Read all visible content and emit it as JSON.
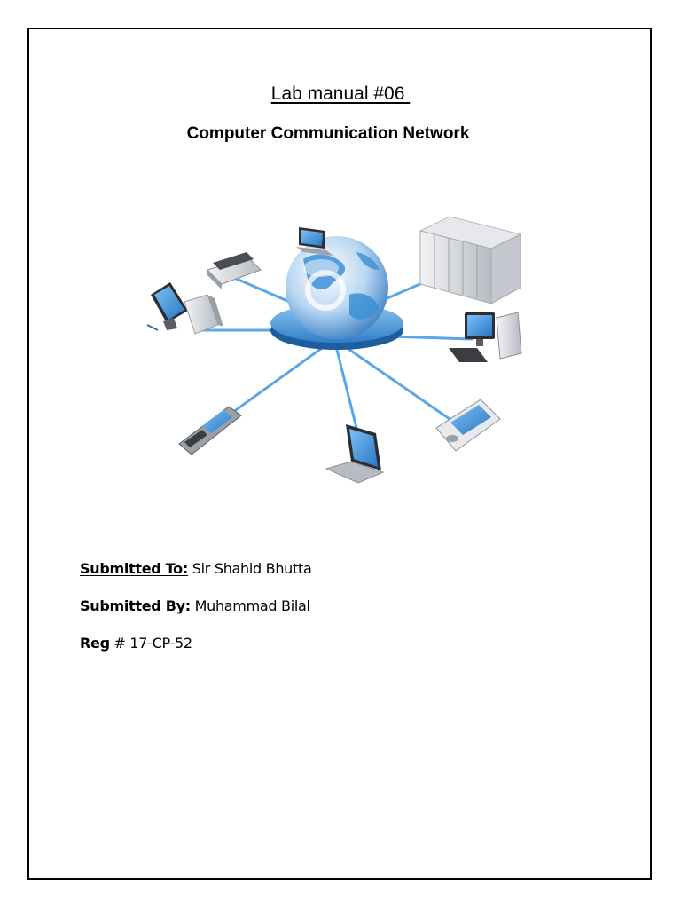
{
  "document": {
    "title": "Lab manual #06 ",
    "subtitle": "Computer Communication Network"
  },
  "submission": {
    "submitted_to_label": "Submitted To:",
    "submitted_to_value": " Sir Shahid Bhutta",
    "submitted_by_label": "Submitted By:",
    "submitted_by_value": " Muhammad Bilal",
    "reg_label": "Reg",
    "reg_value": " # 17-CP-52"
  },
  "illustration": {
    "icon": "network-globe-icon",
    "colors": {
      "accent": "#3b8fd6",
      "globe": "#5aa0e0",
      "device": "#c9ccd1",
      "screen": "#4a9be0"
    }
  }
}
